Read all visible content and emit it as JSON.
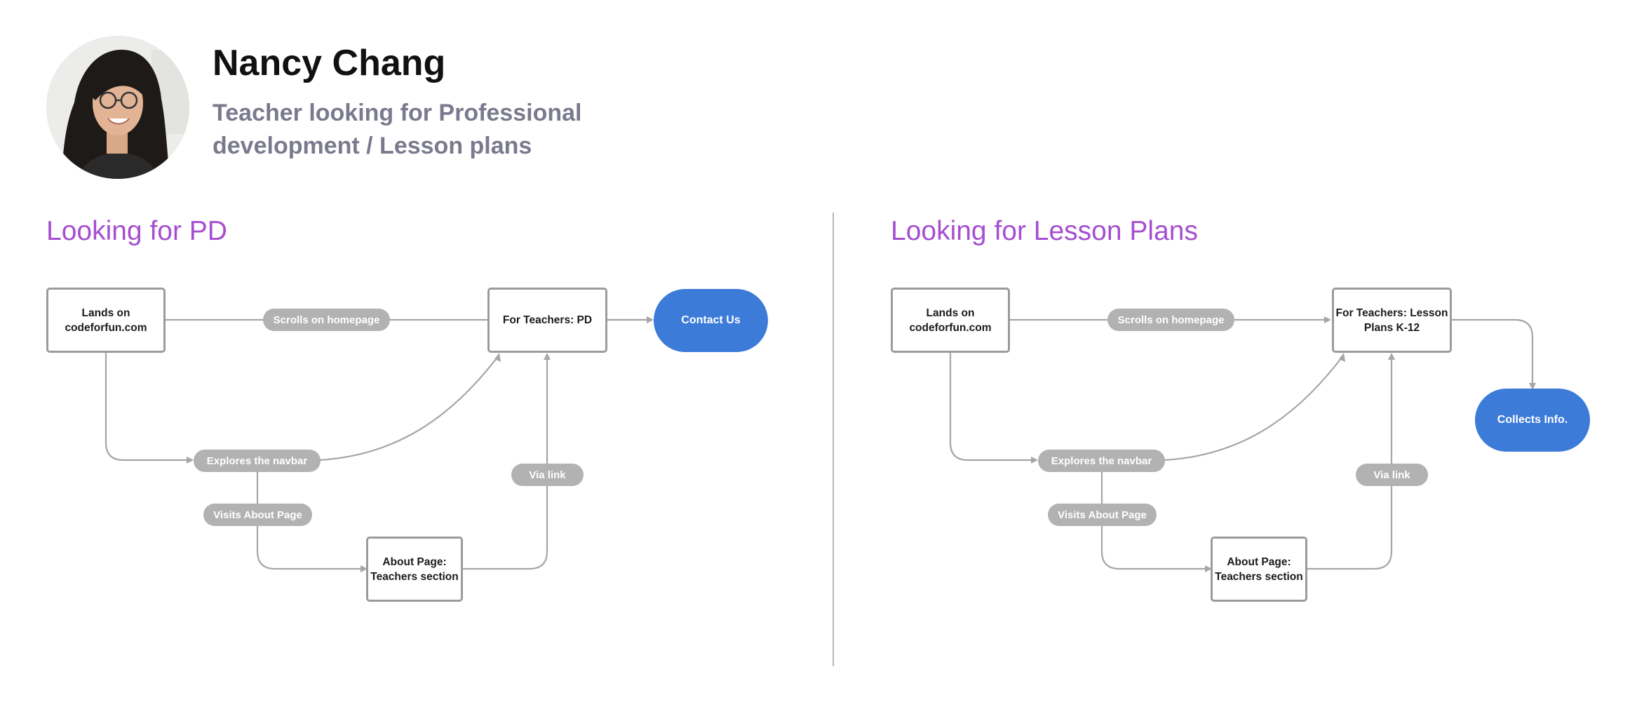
{
  "persona": {
    "name": "Nancy Chang",
    "description": "Teacher looking for Professional development / Lesson plans",
    "photo": "portrait-photo"
  },
  "flows": [
    {
      "title": "Looking for PD",
      "nodes": {
        "start": "Lands on codeforfun.com",
        "teachers_page": "For Teachers: PD",
        "about_page": "About Page: Teachers section",
        "end": "Contact Us"
      },
      "edges": {
        "scroll": "Scrolls on homepage",
        "navbar": "Explores the navbar",
        "visit_about": "Visits About Page",
        "via_link": "Via link"
      }
    },
    {
      "title": "Looking for Lesson Plans",
      "nodes": {
        "start": "Lands on codeforfun.com",
        "teachers_page": "For Teachers: Lesson Plans K-12",
        "about_page": "About Page: Teachers section",
        "end": "Collects Info."
      },
      "edges": {
        "scroll": "Scrolls on homepage",
        "navbar": "Explores the navbar",
        "visit_about": "Visits About Page",
        "via_link": "Via link"
      }
    }
  ],
  "colors": {
    "heading": "#111111",
    "subtitle": "#7a7a8e",
    "section_title": "#a64ed1",
    "terminal": "#3d7bd9",
    "edge_label": "#b2b2b2",
    "connector": "#a6a6a6"
  }
}
